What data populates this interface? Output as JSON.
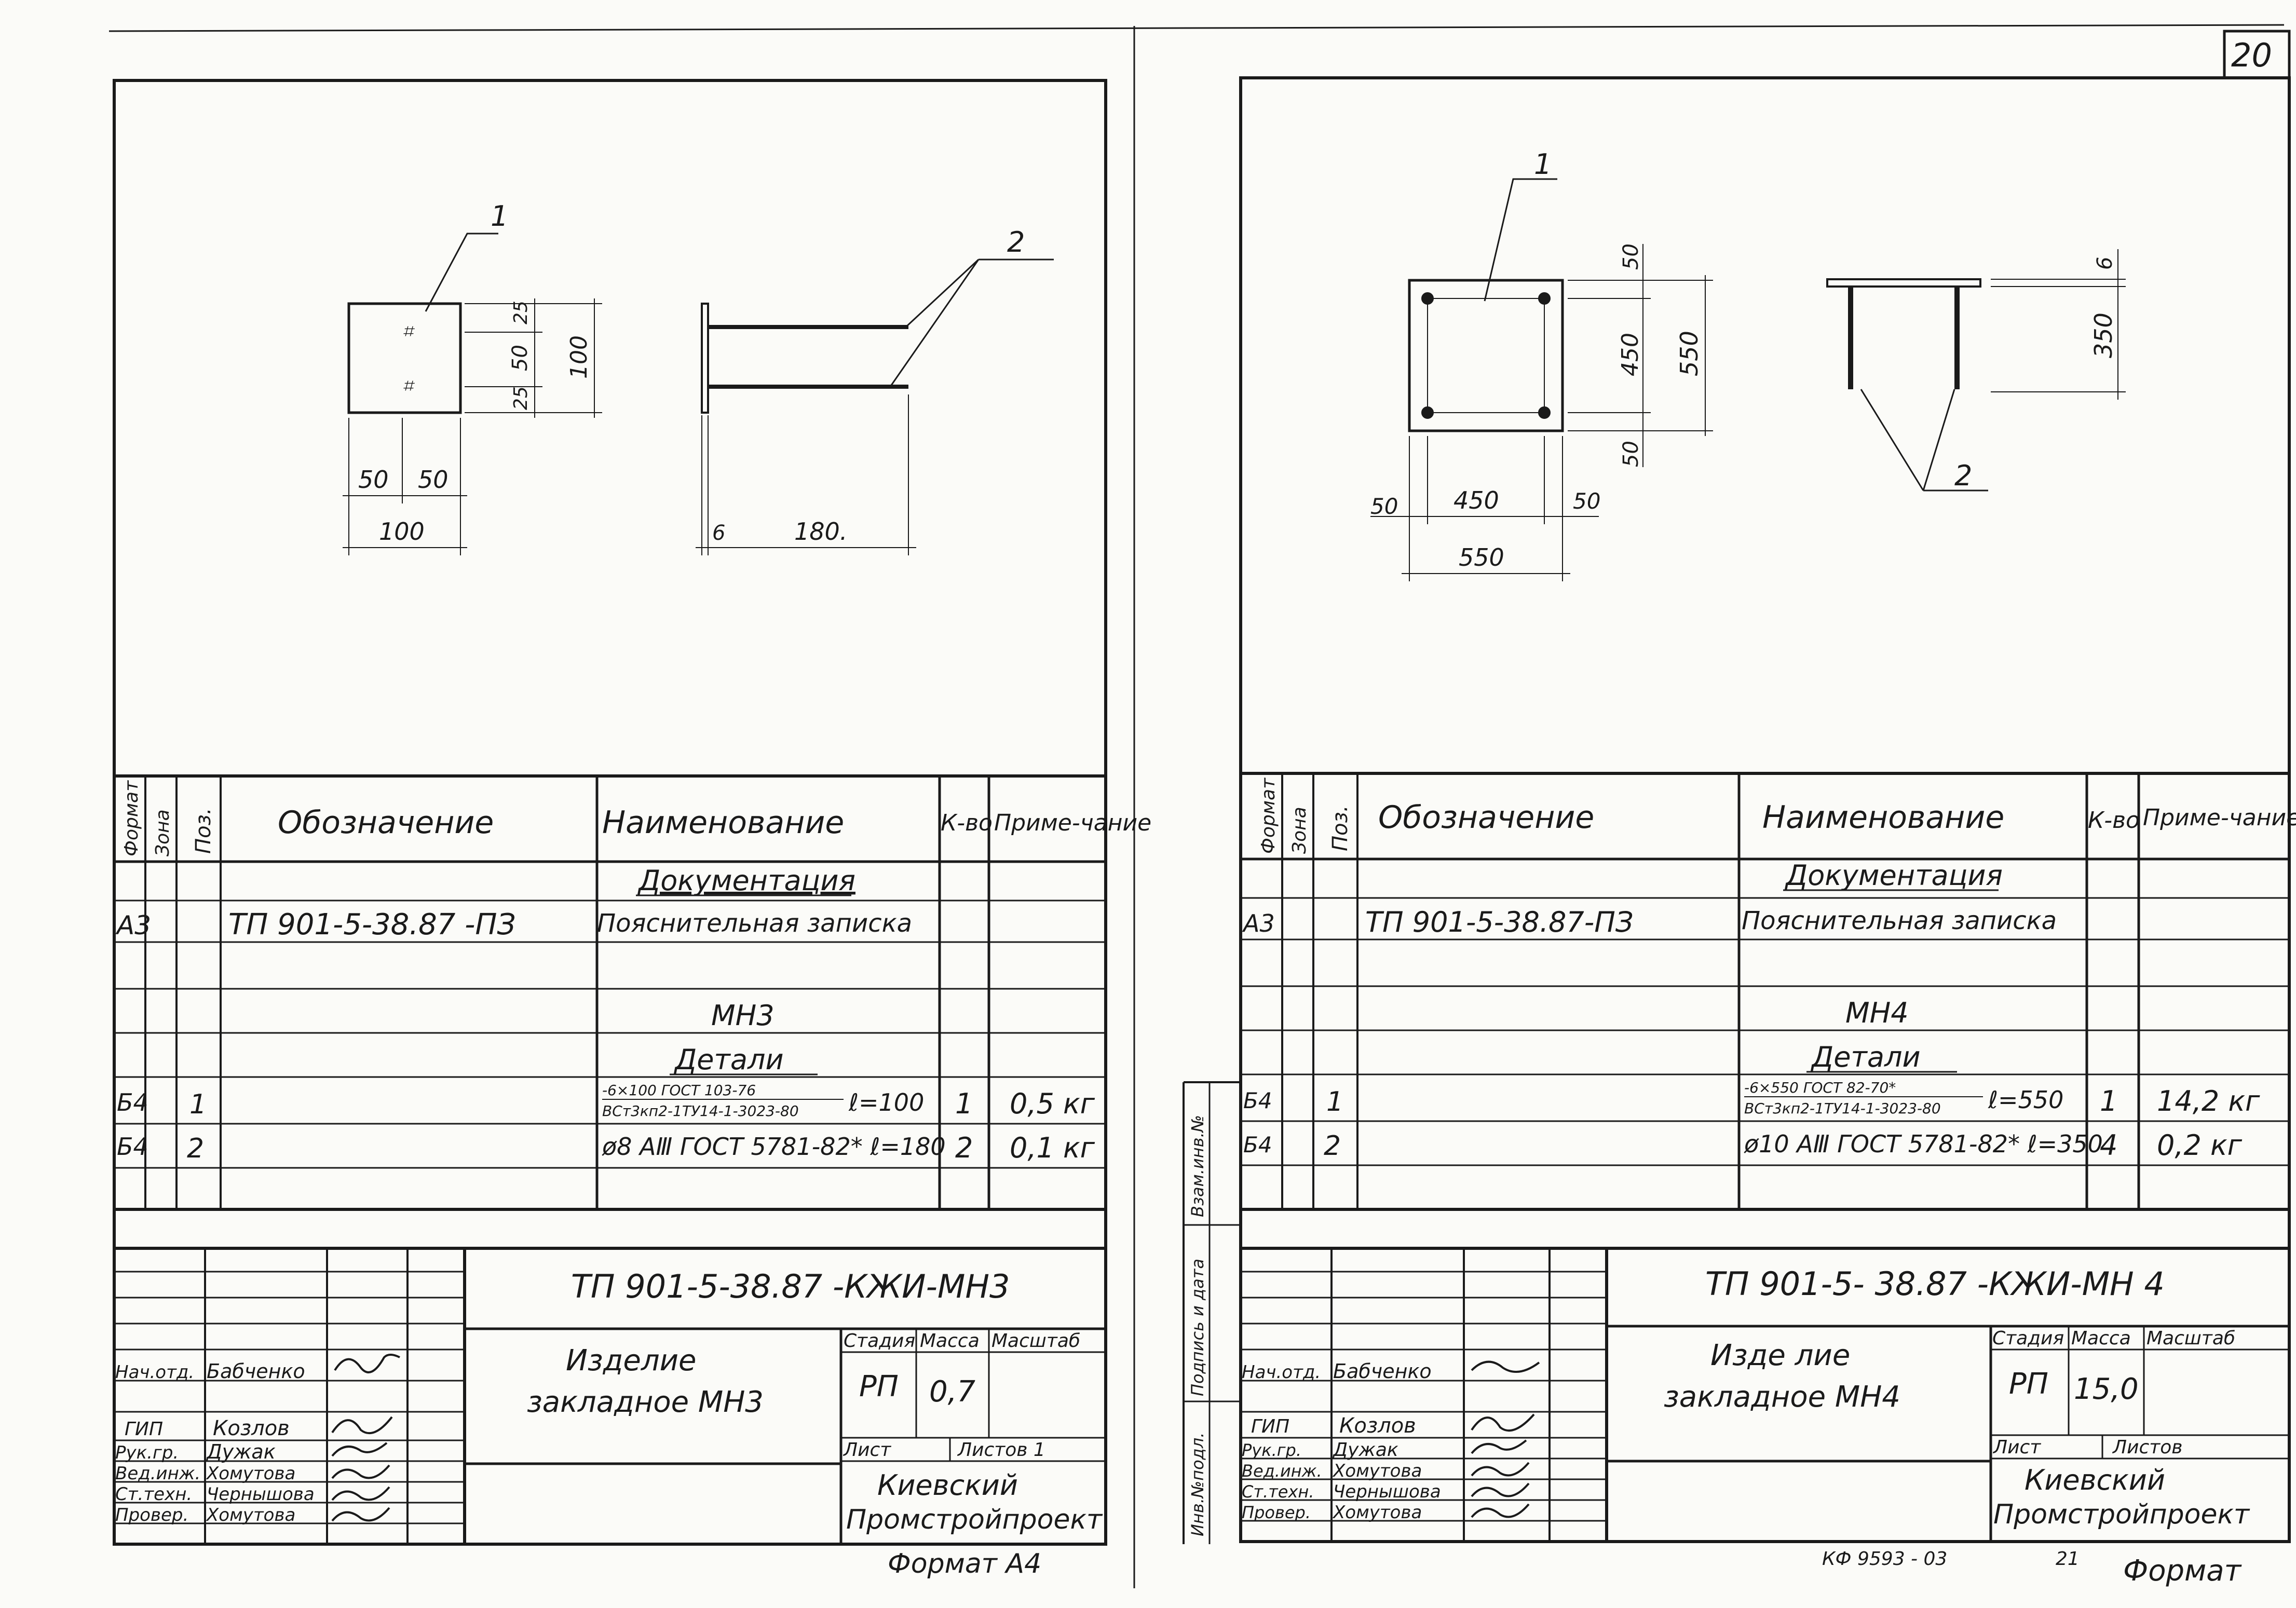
{
  "page_number": "20",
  "left": {
    "drawing": {
      "leader1": "1",
      "leader2": "2",
      "dims_vertical": [
        "25",
        "50",
        "25",
        "100"
      ],
      "dims_horizontal": [
        "50",
        "50",
        "100"
      ],
      "dims_bar": [
        "6",
        "180."
      ]
    },
    "spec_headers": {
      "format": "Формат",
      "zone": "Зона",
      "pos": "Поз.",
      "designation": "Обозначение",
      "name": "Наименование",
      "qty": "К-во",
      "note": "Приме-чание"
    },
    "spec_rows": {
      "documentation": "Документация",
      "doc_format": "А3",
      "doc_designation": "ТП 901-5-38.87 -ПЗ",
      "doc_name": "Пояснительная записка",
      "item_title": "МН3",
      "details": "Детали",
      "r1_format": "Б4",
      "r1_pos": "1",
      "r1_name_top": "-6×100 ГОСТ 103-76",
      "r1_name_bottom": "ВСт3кп2-1ТУ14-1-3023-80",
      "r1_len": "ℓ=100",
      "r1_qty": "1",
      "r1_note": "0,5 кг",
      "r2_format": "Б4",
      "r2_pos": "2",
      "r2_name": "ø8 АⅢ ГОСТ 5781-82* ℓ=180",
      "r2_qty": "2",
      "r2_note": "0,1 кг"
    },
    "title_block": {
      "code": "ТП 901-5-38.87 -КЖИ-МН3",
      "product": "Изделие",
      "product2": "закладное МН3",
      "stage_h": "Стадия",
      "mass_h": "Масса",
      "scale_h": "Масштаб",
      "stage": "РП",
      "mass": "0,7",
      "sheet_h": "Лист",
      "sheets_h": "Листов 1",
      "org1": "Киевский",
      "org2": "Промстройпроект",
      "roles": [
        "Нач.отд.",
        "ГИП",
        "Рук.гр.",
        "Вед.инж.",
        "Ст.техн.",
        "Провер."
      ],
      "names": [
        "Бабченко",
        "Козлов",
        "Дужак",
        "Хомутова",
        "Чернышова",
        "Хомутова"
      ]
    },
    "format_label": "Формат А4"
  },
  "right": {
    "drawing": {
      "leader1": "1",
      "leader2": "2",
      "dims_vertical": [
        "50",
        "450",
        "50",
        "550"
      ],
      "dims_horizontal": [
        "50",
        "450",
        "50",
        "550"
      ],
      "dims_side": [
        "6",
        "350"
      ]
    },
    "side_labels": [
      "Взам.инв.№",
      "Подпись и дата",
      "Инв.№подл."
    ],
    "spec_headers": {
      "format": "Формат",
      "zone": "Зона",
      "pos": "Поз.",
      "designation": "Обозначение",
      "name": "Наименование",
      "qty": "К-во",
      "note": "Приме-чание"
    },
    "spec_rows": {
      "documentation": "Документация",
      "doc_format": "А3",
      "doc_designation": "ТП 901-5-38.87-ПЗ",
      "doc_name": "Пояснительная записка",
      "item_title": "МН4",
      "details": "Детали",
      "r1_format": "Б4",
      "r1_pos": "1",
      "r1_name_top": "-6×550 ГОСТ 82-70*",
      "r1_name_bottom": "ВСт3кп2-1ТУ14-1-3023-80",
      "r1_len": "ℓ=550",
      "r1_qty": "1",
      "r1_note": "14,2 кг",
      "r2_format": "Б4",
      "r2_pos": "2",
      "r2_name": "ø10 АⅢ ГОСТ 5781-82* ℓ=350",
      "r2_qty": "4",
      "r2_note": "0,2 кг"
    },
    "title_block": {
      "code": "ТП 901-5- 38.87 -КЖИ-МН 4",
      "product": "Изде лие",
      "product2": "закладное МН4",
      "stage_h": "Стадия",
      "mass_h": "Масса",
      "scale_h": "Масштаб",
      "stage": "РП",
      "mass": "15,0",
      "sheet_h": "Лист",
      "sheets_h": "Листов",
      "org1": "Киевский",
      "org2": "Промстройпроект",
      "roles": [
        "Нач.отд.",
        "ГИП",
        "Рук.гр.",
        "Вед.инж.",
        "Ст.техн.",
        "Провер."
      ],
      "names": [
        "Бабченко",
        "Козлов",
        "Дужак",
        "Хомутова",
        "Чернышова",
        "Хомутова"
      ]
    },
    "footer_code": "КФ 9593 - 03",
    "footer_sheet": "21",
    "format_label": "Формат"
  }
}
